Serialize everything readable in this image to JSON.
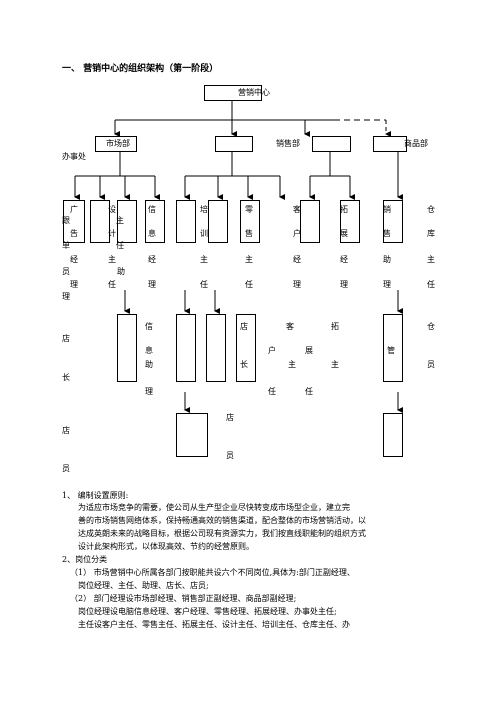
{
  "heading": "一、 营销中心的组织架构（第一阶段）",
  "chart": {
    "top": "营销中心",
    "dept_marketing": "市场部",
    "dept_sales": "销售部",
    "dept_product": "商品部",
    "office": "办事处",
    "row1": [
      {
        "c1": "广",
        "c2": "告",
        "c3": "经",
        "c4": "理",
        "c5": "员",
        "label_left": "跟"
      },
      {
        "c1": "设",
        "c2": "计",
        "c3": "主",
        "c4": "任"
      },
      {
        "c1": "信",
        "c2": "息",
        "c3": "经",
        "c4": "理"
      },
      {
        "c1": "培",
        "c2": "训",
        "c3": "主",
        "c4": "任"
      },
      {
        "c1": "零",
        "c2": "售",
        "c3": "主",
        "c4": "任"
      },
      {
        "c1": "客",
        "c2": "户",
        "c3": "经",
        "c4": "理"
      },
      {
        "c1": "拓",
        "c2": "展",
        "c3": "经",
        "c4": "理"
      },
      {
        "c1": "销",
        "c2": "售",
        "c3": "助",
        "c4": "理"
      },
      {
        "c1": "仓",
        "c2": "库",
        "c3": "主",
        "c4": "任"
      }
    ],
    "row1_extra": {
      "gao_zhu": "主",
      "gao_ren": "任",
      "dan": "单",
      "zhu": "助",
      "li": "理",
      "yuan": "员"
    },
    "row2": {
      "dian": "店",
      "zhang": "长",
      "xinxi_1": "信",
      "xinxi_2": "息",
      "xinxi_3": "助",
      "xinxi_4": "理",
      "dianzhang_1": "店",
      "dianzhang_2": "长",
      "kehu_1": "客",
      "kehu_2": "户",
      "kehu_3": "主",
      "kehu_4": "任",
      "tuozhan_1": "拓",
      "tuozhan_2": "展",
      "tuozhan_3": "主",
      "tuozhan_4": "任",
      "guanli": "管",
      "cang_1": "仓",
      "cang_2": "员"
    },
    "row3": {
      "dian_a": "店",
      "dian_b": "店",
      "yuan_a": "员",
      "yuan_b": "员"
    }
  },
  "body": {
    "s1_title": "1、 编制设置原则:",
    "s1_p1": "为适应市场竞争的需要，使公司从生产型企业尽快转变成市场型企业，建立完",
    "s1_p2": "善的市场销售网络体系，保持畅通高效的销售渠道，配合整体的市场营销活动，以",
    "s1_p3": "达成英朗未来的战略目标，根据公司现有资源实力，我们按直线职能制的组织方式",
    "s1_p4": "设计此架构形式，以体现高效、节约的经营原则。",
    "s2_title": "2、岗位分类",
    "s2_1": "（1）    市场营销中心所属各部门按职能共设六个不同岗位,具体为:部门正副经理、",
    "s2_1b": "岗位经理、主任、助理、店长、店员;",
    "s2_2": "（2）    部门经理设市场部经理、销售部正副经理、商品部副经理;",
    "s2_2b": "岗位经理设电脑信息经理、客户经理、零售经理、拓展经理、办事处主任;",
    "s2_2c": "主任设客户主任、零售主任、拓展主任、设计主任、培训主任、仓库主任、办"
  }
}
